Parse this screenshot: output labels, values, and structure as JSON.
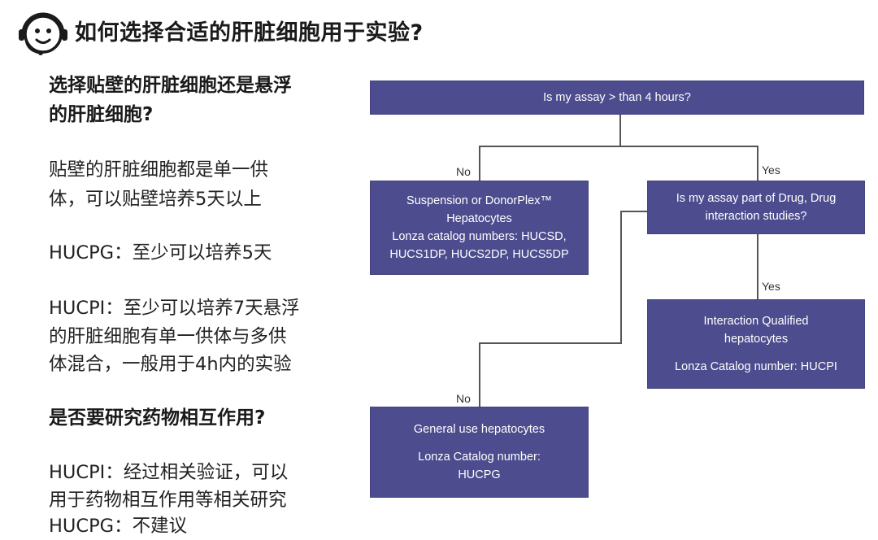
{
  "header": {
    "title": "如何选择合适的肝脏细胞用于实验?"
  },
  "left": {
    "q1_heading_line1": "选择贴壁的肝脏细胞还是悬浮",
    "q1_heading_line2": "的肝脏细胞?",
    "p1_line1": "贴壁的肝脏细胞都是单一供",
    "p1_line2": "体，可以贴壁培养5天以上",
    "p2_line1": "HUCPG：至少可以培养5天",
    "p3_line1": "HUCPI：至少可以培养7天悬浮",
    "p3_line2": "的肝脏细胞有单一供体与多供",
    "p3_line3": "体混合，一般用于4h内的实验",
    "q2_heading": "是否要研究药物相互作用?",
    "p4_line1": "HUCPI：经过相关验证，可以",
    "p4_line2": "用于药物相互作用等相关研究",
    "p4_line3": "HUCPG：不建议"
  },
  "flowchart": {
    "box_color": "#4c4c8e",
    "q1": "Is my assay > than 4 hours?",
    "no_label_1": "No",
    "yes_label_1": "Yes",
    "suspension": {
      "line1": "Suspension or DonorPlex™",
      "line2": "Hepatocytes",
      "line3": "Lonza catalog numbers: HUCSD,",
      "line4": "HUCS1DP, HUCS2DP, HUCS5DP"
    },
    "q2": {
      "line1": "Is my assay part of Drug, Drug",
      "line2": "interaction studies?"
    },
    "yes_label_2": "Yes",
    "interaction": {
      "line1": "Interaction Qualified",
      "line2": "hepatocytes",
      "line3": "Lonza Catalog number: HUCPI"
    },
    "no_label_2": "No",
    "general": {
      "line1": "General use hepatocytes",
      "line2": "Lonza Catalog number:",
      "line3": "HUCPG"
    }
  }
}
